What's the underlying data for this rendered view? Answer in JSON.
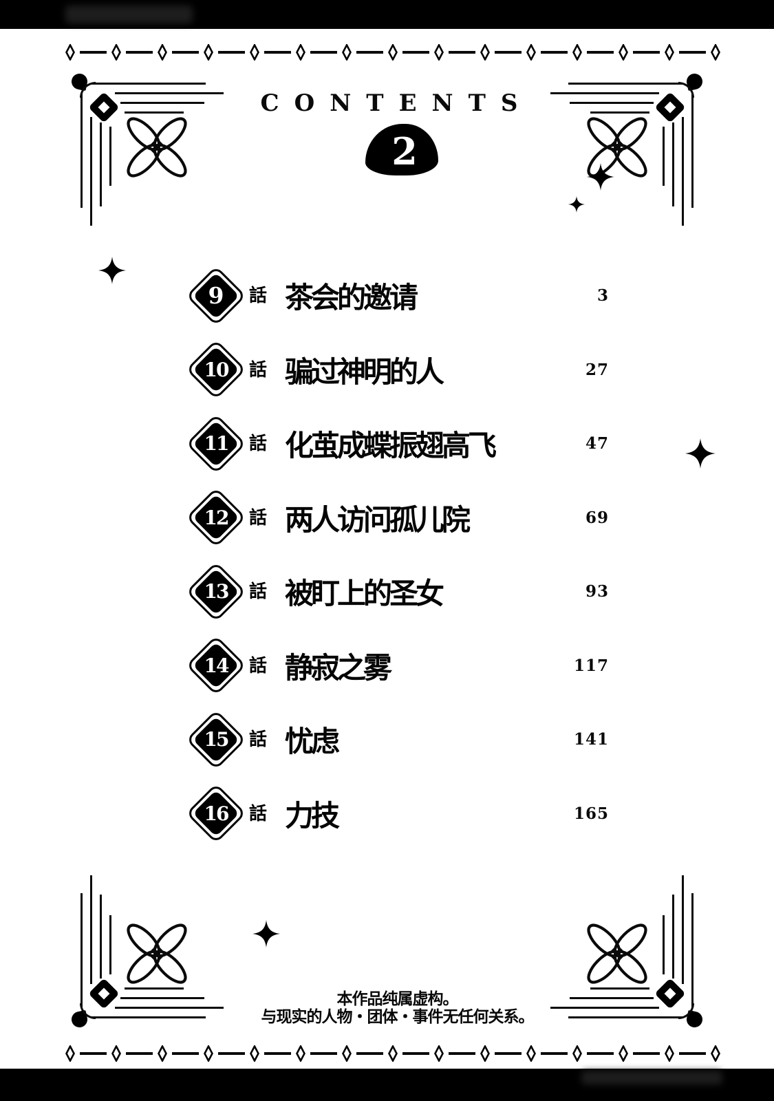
{
  "header": {
    "title": "CONTENTS",
    "volume": "2"
  },
  "chapters": [
    {
      "number": "9",
      "suffix": "話",
      "title": "茶会的邀请",
      "page": "3"
    },
    {
      "number": "10",
      "suffix": "話",
      "title": "骗过神明的人",
      "page": "27"
    },
    {
      "number": "11",
      "suffix": "話",
      "title": "化茧成蝶振翅高飞",
      "page": "47"
    },
    {
      "number": "12",
      "suffix": "話",
      "title": "两人访问孤儿院",
      "page": "69"
    },
    {
      "number": "13",
      "suffix": "話",
      "title": "被盯上的圣女",
      "page": "93"
    },
    {
      "number": "14",
      "suffix": "話",
      "title": "静寂之雾",
      "page": "117"
    },
    {
      "number": "15",
      "suffix": "話",
      "title": "忧虑",
      "page": "141"
    },
    {
      "number": "16",
      "suffix": "話",
      "title": "力技",
      "page": "165"
    }
  ],
  "footer": {
    "disclaimer_line1": "本作品纯属虚构。",
    "disclaimer_line2": "与现实的人物・团体・事件无任何关系。"
  },
  "decor": {
    "border_diamond_count": 15,
    "sparkle_icon": "four-pointed-star",
    "corner_flourish": "calligraphic-knot"
  },
  "colors": {
    "ink": "#000000",
    "paper": "#ffffff"
  }
}
